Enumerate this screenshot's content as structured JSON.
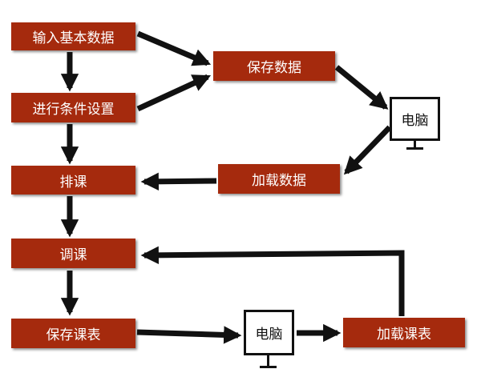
{
  "nodes": {
    "input_basic_data": "输入基本数据",
    "condition_settings": "进行条件设置",
    "schedule": "排课",
    "adjust": "调课",
    "save_timetable": "保存课表",
    "save_data": "保存数据",
    "computer_top": "电脑",
    "load_data": "加载数据",
    "computer_bottom": "电脑",
    "load_timetable": "加载课表"
  },
  "colors": {
    "box_fill": "#a52a0d",
    "box_text": "#ffffff",
    "arrow": "#111111",
    "monitor_border": "#111111"
  },
  "icons": {
    "computer": "monitor-icon"
  }
}
